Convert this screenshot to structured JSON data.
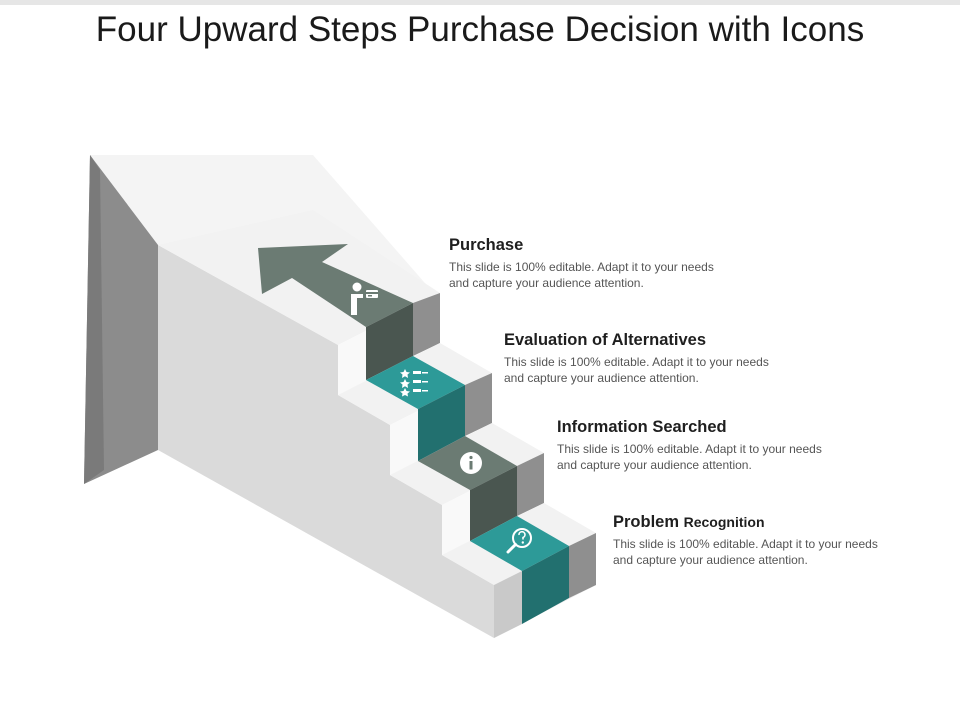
{
  "title": "Four Upward Steps Purchase Decision with Icons",
  "colors": {
    "teal": "#2d9a98",
    "teal_dark": "#22706f",
    "slate": "#6b7b73",
    "slate_dark": "#4a5650"
  },
  "steps": [
    {
      "icon": "buyer-card-icon",
      "heading": "Purchase",
      "heading_suffix": "",
      "description": "This slide is 100% editable. Adapt it to your needs and capture your audience attention."
    },
    {
      "icon": "checklist-icon",
      "heading": "Evaluation of Alternatives",
      "heading_suffix": "",
      "description": "This slide is 100% editable. Adapt it to your needs and capture your audience attention."
    },
    {
      "icon": "info-icon",
      "heading": "Information Searched",
      "heading_suffix": "",
      "description": "This slide is 100% editable. Adapt it to your needs and capture your audience attention."
    },
    {
      "icon": "search-question-icon",
      "heading": "Problem",
      "heading_suffix": "Recognition",
      "description": "This slide is 100% editable. Adapt it to your needs and capture your audience attention."
    }
  ]
}
